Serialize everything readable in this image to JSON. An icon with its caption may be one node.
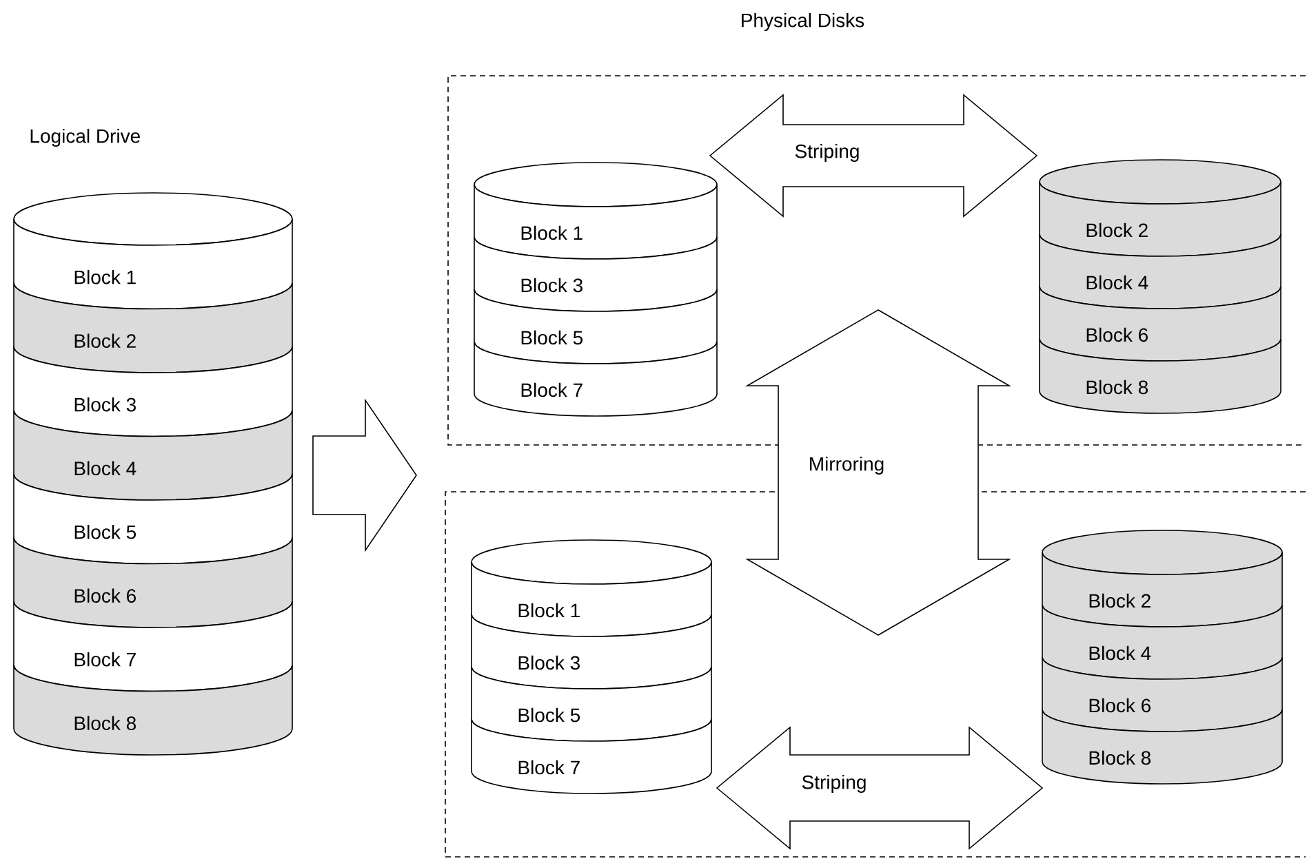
{
  "diagram": {
    "title": "Physical Disks",
    "nodes": [
      {
        "text": [
          "Logical Drive",
          "Block 1",
          "Block 2",
          "Block 3",
          "Block 4",
          "Block 5",
          "Block 6",
          "Block 7",
          "Block 8"
        ]
      },
      {
        "text": [],
        "shape": "box"
      },
      {
        "text": [
          "Block 1",
          "Block 3",
          "Block 5",
          "Block 7"
        ],
        "in": 1
      },
      {
        "text": [
          "Block 2",
          "Block 4",
          "Block 6",
          "Block 8"
        ],
        "in": 1
      },
      {
        "text": [],
        "shape": "box"
      },
      {
        "text": [
          "Block 1",
          "Block 3",
          "Block 5",
          "Block 7"
        ],
        "in": 4
      },
      {
        "text": [
          "Block 2",
          "Block 4",
          "Block 6",
          "Block 8"
        ],
        "in": 4
      }
    ],
    "edges": [
      {
        "from": 0,
        "to": null,
        "arrow": "to"
      },
      {
        "from": 2,
        "to": 3,
        "arrow": "both",
        "label": "Striping"
      },
      {
        "from": 1,
        "to": 4,
        "arrow": "both",
        "label": "Mirroring"
      },
      {
        "from": 5,
        "to": 6,
        "arrow": "both",
        "label": "Striping"
      }
    ]
  }
}
